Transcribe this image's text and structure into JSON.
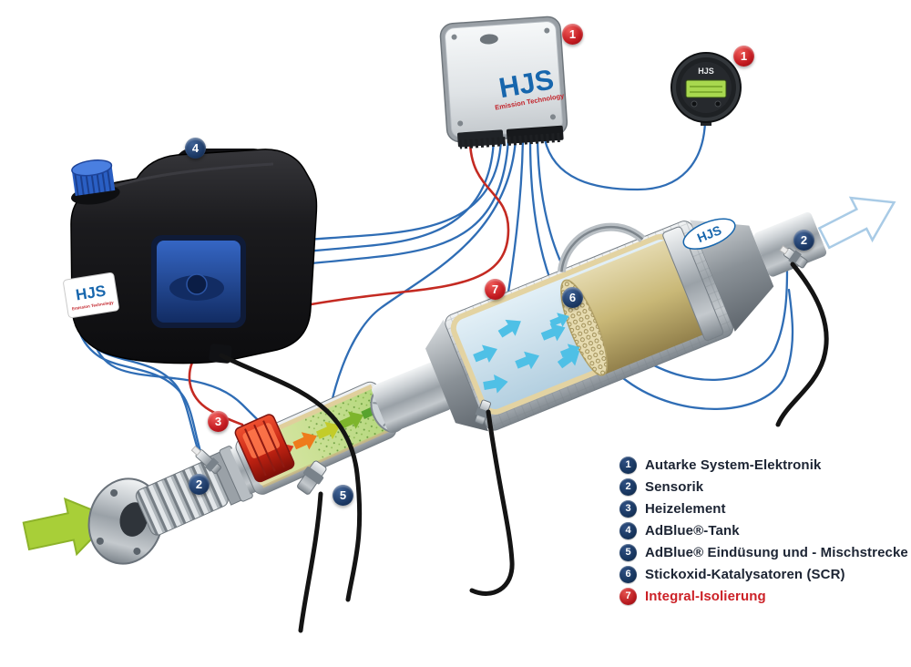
{
  "brand": {
    "name": "HJS",
    "subtitle": "Emission Technology"
  },
  "legend": {
    "items": [
      {
        "num": "1",
        "label": "Autarke System-Elektronik",
        "color": "navy"
      },
      {
        "num": "2",
        "label": "Sensorik",
        "color": "navy"
      },
      {
        "num": "3",
        "label": "Heizelement",
        "color": "navy"
      },
      {
        "num": "4",
        "label": "AdBlue®-Tank",
        "color": "navy"
      },
      {
        "num": "5",
        "label": "AdBlue® Eindüsung und - Mischstrecke",
        "color": "navy"
      },
      {
        "num": "6",
        "label": "Stickoxid-Katalysatoren (SCR)",
        "color": "navy"
      },
      {
        "num": "7",
        "label": "Integral-Isolierung",
        "color": "red"
      }
    ]
  },
  "badges": [
    {
      "num": "1",
      "component": "system-electronics-ecu",
      "color": "red"
    },
    {
      "num": "1",
      "component": "display-gauge",
      "color": "red"
    },
    {
      "num": "4",
      "component": "adblue-tank",
      "color": "navy"
    },
    {
      "num": "2",
      "component": "outlet-sensor",
      "color": "navy"
    },
    {
      "num": "7",
      "component": "integral-insulation",
      "color": "red"
    },
    {
      "num": "6",
      "component": "scr-catalyst",
      "color": "navy"
    },
    {
      "num": "3",
      "component": "heating-element",
      "color": "red"
    },
    {
      "num": "2",
      "component": "inlet-sensor",
      "color": "navy"
    },
    {
      "num": "5",
      "component": "adblue-injector",
      "color": "navy"
    }
  ],
  "colors": {
    "brand_blue": "#1766ad",
    "brand_red": "#c2242b",
    "wire_blue": "#2f6db5",
    "wire_red": "#c42a22",
    "arrow_green": "#a8cf38",
    "badge_red": "#c21a20",
    "badge_navy": "#16345c",
    "legend_red": "#cc2127",
    "catalyst_gold": "#c9b877",
    "insulation_tan": "#e0cf9c",
    "flow_cyan": "#4fc0e6"
  }
}
